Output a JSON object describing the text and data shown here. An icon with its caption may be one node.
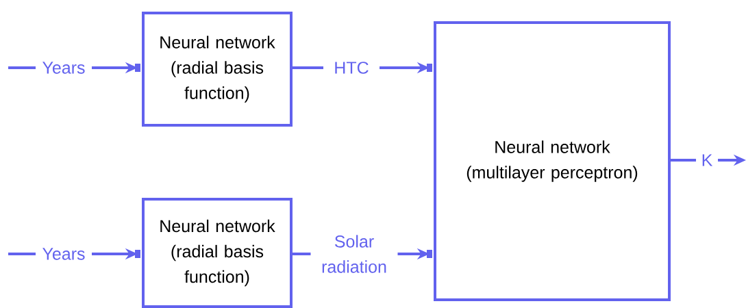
{
  "diagram": {
    "nodes": [
      {
        "text": [
          "Neural network (radial basis function)"
        ]
      },
      {
        "text": [
          "Neural network (radial basis function)"
        ]
      },
      {
        "text": [
          "Neural network (multilayer perceptron)"
        ]
      }
    ],
    "edges": [
      {
        "from": null,
        "to": 0,
        "arrow": "to",
        "label": "Years"
      },
      {
        "from": 0,
        "to": 2,
        "arrow": "to",
        "label": "HTC"
      },
      {
        "from": null,
        "to": 1,
        "arrow": "to",
        "label": "Years"
      },
      {
        "from": 1,
        "to": 2,
        "arrow": "to",
        "label": "Solar radiation"
      },
      {
        "from": 2,
        "to": null,
        "arrow": "to",
        "label": "K"
      }
    ]
  }
}
